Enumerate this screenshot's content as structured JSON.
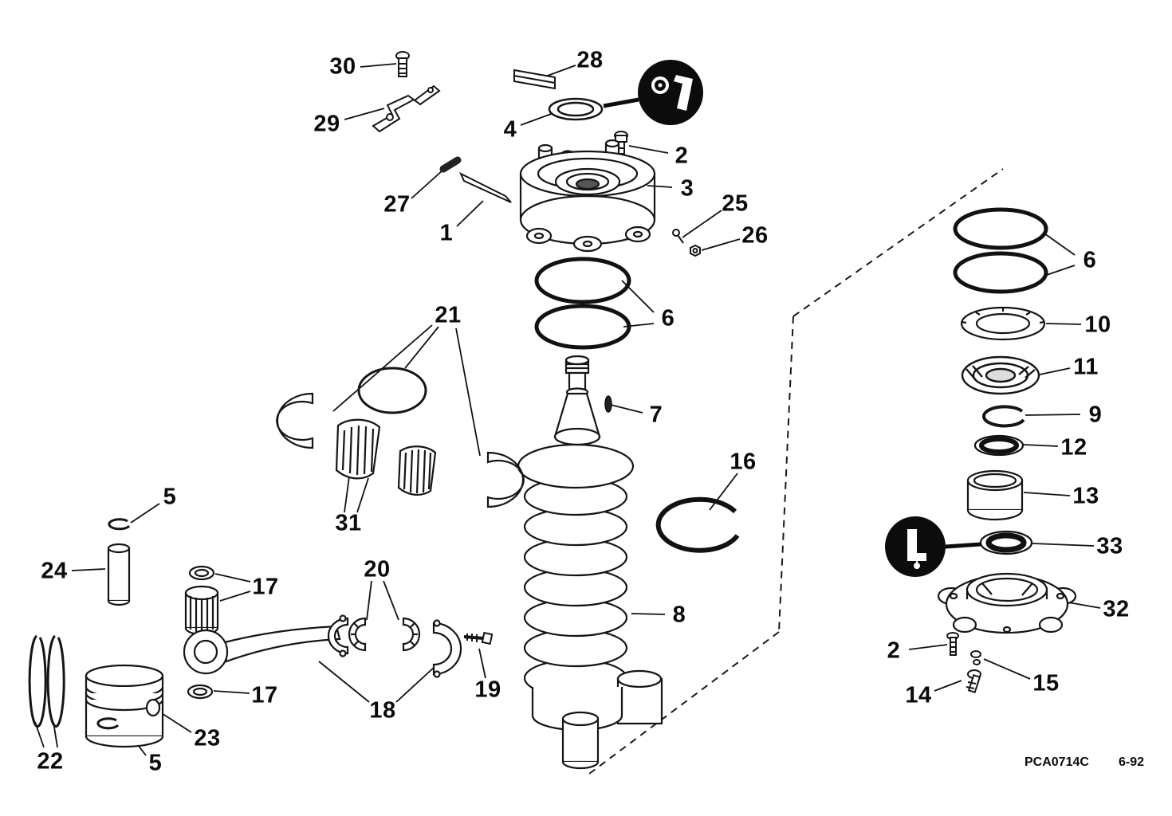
{
  "figure": {
    "type": "exploded-parts-diagram",
    "subject": "crankshaft-and-piston-assembly"
  },
  "callouts": [
    {
      "text": "30"
    },
    {
      "text": "29"
    },
    {
      "text": "28"
    },
    {
      "text": "4"
    },
    {
      "text": "2"
    },
    {
      "text": "3"
    },
    {
      "text": "27"
    },
    {
      "text": "1"
    },
    {
      "text": "25"
    },
    {
      "text": "26"
    },
    {
      "text": "6"
    },
    {
      "text": "21"
    },
    {
      "text": "7"
    },
    {
      "text": "16"
    },
    {
      "text": "31"
    },
    {
      "text": "5"
    },
    {
      "text": "24"
    },
    {
      "text": "17"
    },
    {
      "text": "20"
    },
    {
      "text": "8"
    },
    {
      "text": "22"
    },
    {
      "text": "23"
    },
    {
      "text": "5"
    },
    {
      "text": "17"
    },
    {
      "text": "18"
    },
    {
      "text": "19"
    },
    {
      "text": "6"
    },
    {
      "text": "10"
    },
    {
      "text": "11"
    },
    {
      "text": "9"
    },
    {
      "text": "12"
    },
    {
      "text": "13"
    },
    {
      "text": "33"
    },
    {
      "text": "32"
    },
    {
      "text": "2"
    },
    {
      "text": "15"
    },
    {
      "text": "14"
    }
  ],
  "footer": {
    "drawing_code": "PCA0714C",
    "date_code": "6-92"
  }
}
